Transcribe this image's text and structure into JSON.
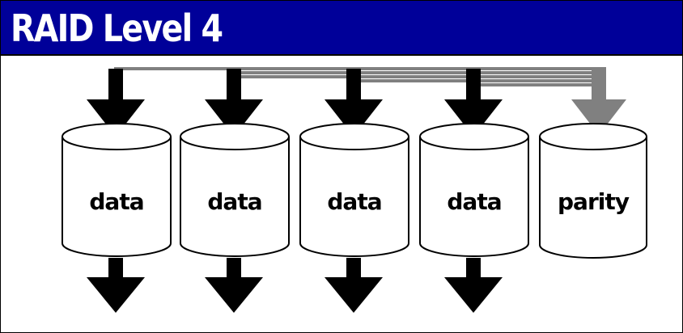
{
  "title": "RAID Level 4",
  "colors": {
    "title_bar": "#000099",
    "title_text": "#ffffff",
    "arrow_data": "#000000",
    "arrow_parity": "#808080",
    "disk_fill": "#ffffff",
    "disk_stroke": "#000000"
  },
  "disks": [
    {
      "label": "data",
      "role": "data"
    },
    {
      "label": "data",
      "role": "data"
    },
    {
      "label": "data",
      "role": "data"
    },
    {
      "label": "data",
      "role": "data"
    },
    {
      "label": "parity",
      "role": "parity"
    }
  ]
}
